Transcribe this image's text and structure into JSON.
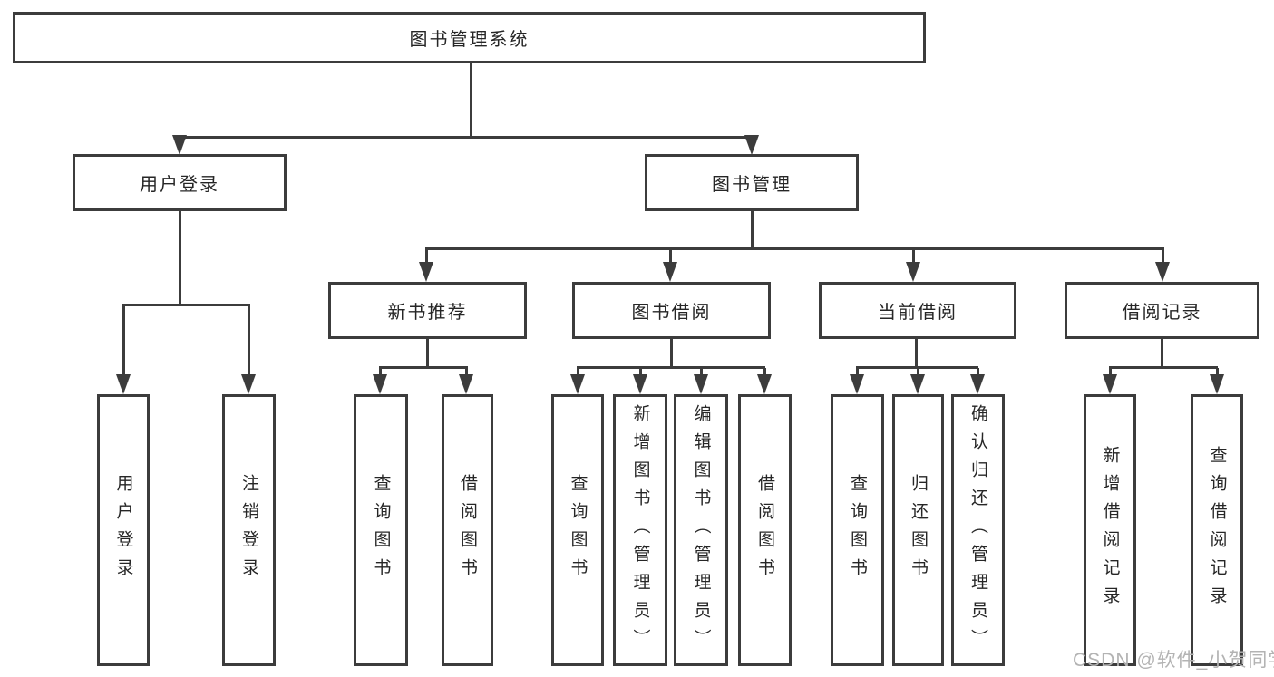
{
  "page": {
    "background": "#ffffff",
    "line_color": "#3c3c3c",
    "text_color": "#262626"
  },
  "watermark": {
    "text": "CSDN @软件_小贺同学",
    "color": "#b3b3b3"
  },
  "tree": {
    "root": {
      "label": "图书管理系统"
    },
    "branches": [
      {
        "label": "用户登录",
        "children": [
          "用户登录",
          "注销登录"
        ]
      },
      {
        "label": "图书管理",
        "groups": [
          {
            "label": "新书推荐",
            "children": [
              "查询图书",
              "借阅图书"
            ]
          },
          {
            "label": "图书借阅",
            "children": [
              "查询图书",
              "新增图书（管理员）",
              "编辑图书（管理员）",
              "借阅图书"
            ]
          },
          {
            "label": "当前借阅",
            "children": [
              "查询图书",
              "归还图书",
              "确认归还（管理员）"
            ]
          },
          {
            "label": "借阅记录",
            "children": [
              "新增借阅记录",
              "查询借阅记录"
            ]
          }
        ]
      }
    ]
  }
}
